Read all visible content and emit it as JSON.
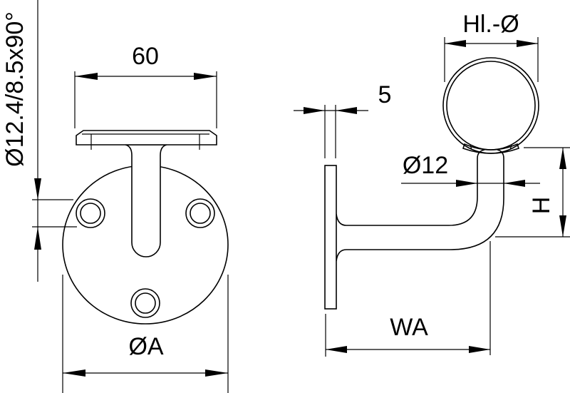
{
  "drawing": {
    "front_view": {
      "width_label": "60",
      "base_diameter_label": "ØA",
      "hole_spec_label": "Ø12.4/8.5x90°"
    },
    "side_view": {
      "plate_thickness_label": "5",
      "handrail_diameter_label": "Hl.-Ø",
      "rod_diameter_label": "Ø12",
      "height_label": "H",
      "wall_distance_label": "WA"
    },
    "colors": {
      "line": "#000000",
      "background": "#ffffff"
    }
  }
}
